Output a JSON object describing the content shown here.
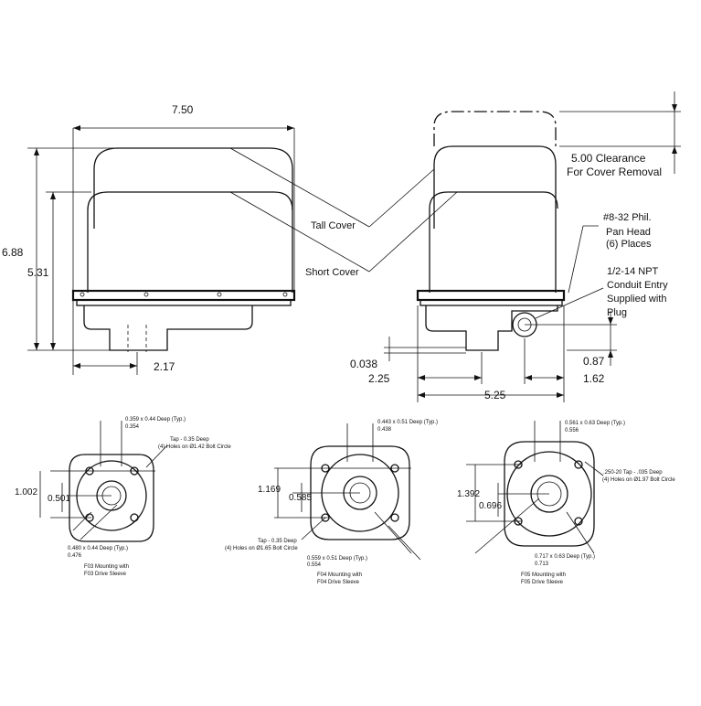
{
  "top_left": {
    "width_dim": "7.50",
    "height_tall": "6.88",
    "height_short": "5.31",
    "offset_dim": "2.17"
  },
  "top_right": {
    "clearance": [
      "5.00 Clearance",
      "For Cover Removal"
    ],
    "tall_cover": "Tall Cover",
    "short_cover": "Short Cover",
    "screw_note": [
      "#8-32 Phil.",
      "Pan Head",
      "(6) Places"
    ],
    "conduit_note": [
      "1/2-14 NPT",
      "Conduit Entry",
      "Supplied with",
      "Plug"
    ],
    "dim_0038": "0.038",
    "dim_087": "0.87",
    "dim_225": "2.25",
    "dim_162": "1.62",
    "dim_525": "5.25"
  },
  "f03": {
    "top_note": [
      "0.359 x 0.44 Deep (Typ.)",
      "0.354"
    ],
    "tap_note": [
      "Tap - 0.35 Deep",
      "(4) Holes on Ø1.42 Bolt Circle"
    ],
    "dim_a": "1.002",
    "dim_b": "0.501",
    "bottom_note": [
      "0.480 x 0.44 Deep (Typ.)",
      "0.476"
    ],
    "caption": [
      "F03 Mounting with",
      "F03 Drive Sleeve"
    ]
  },
  "f04": {
    "top_note": [
      "0.443 x 0.51 Deep (Typ.)",
      "0.438"
    ],
    "dim_a": "1.169",
    "dim_b": "0.585",
    "tap_note": [
      "Tap - 0.35 Deep",
      "(4) Holes on Ø1.65 Bolt Circle"
    ],
    "bottom_note": [
      "0.559 x 0.51 Deep (Typ.)",
      "0.554"
    ],
    "caption": [
      "F04 Mounting with",
      "F04 Drive Sleeve"
    ]
  },
  "f05": {
    "top_note": [
      "0.561 x 0.63 Deep (Typ.)",
      "0.556"
    ],
    "tap_note": [
      ".250-20 Tap - .035 Deep",
      "(4) Holes on Ø1.97 Bolt Circle"
    ],
    "dim_a": "1.392",
    "dim_b": "0.696",
    "bottom_note": [
      "0.717 x 0.63 Deep (Typ.)",
      "0.713"
    ],
    "caption": [
      "F05 Mounting with",
      "F05 Drive Sleeve"
    ]
  }
}
